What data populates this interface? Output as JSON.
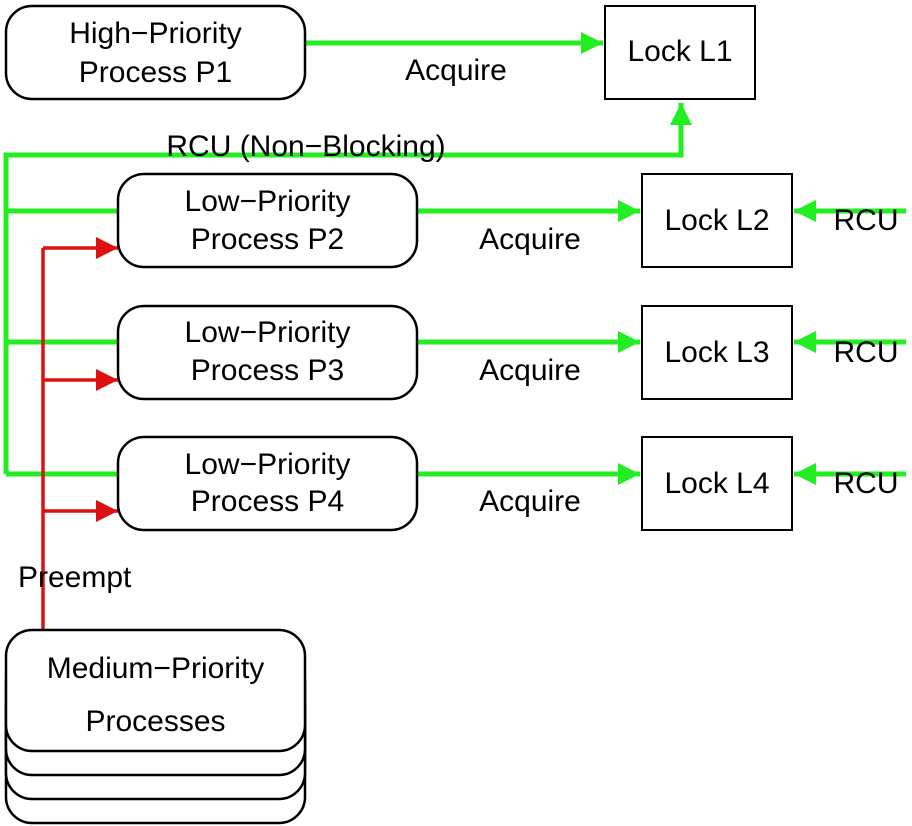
{
  "colors": {
    "rcu_green": "#22ee22",
    "preempt_red": "#dd1111",
    "outline": "#000000",
    "background": "#ffffff"
  },
  "high_priority": {
    "line1": "High−Priority",
    "line2": "Process P1"
  },
  "low_priority": [
    {
      "line1": "Low−Priority",
      "line2": "Process P2"
    },
    {
      "line1": "Low−Priority",
      "line2": "Process P3"
    },
    {
      "line1": "Low−Priority",
      "line2": "Process P4"
    }
  ],
  "medium_priority": {
    "line1": "Medium−Priority",
    "line2": "Processes"
  },
  "locks": [
    "Lock L1",
    "Lock L2",
    "Lock L3",
    "Lock L4"
  ],
  "labels": {
    "acquire": "Acquire",
    "rcu_non_blocking": "RCU (Non−Blocking)",
    "rcu": "RCU",
    "preempt": "Preempt"
  }
}
